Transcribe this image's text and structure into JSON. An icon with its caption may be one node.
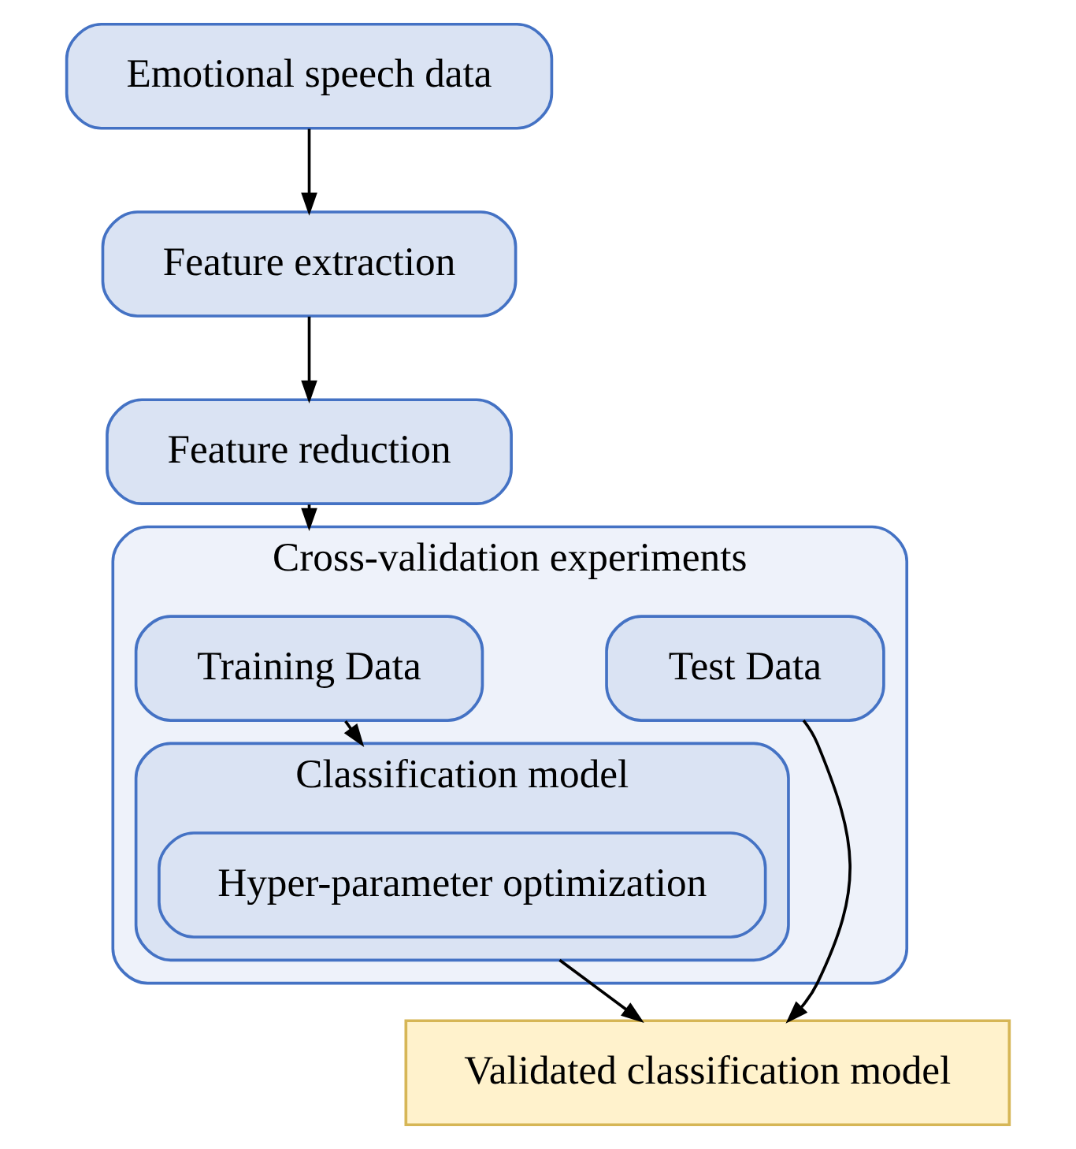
{
  "diagram": {
    "nodes": [
      {
        "text": [
          "Emotional speech data"
        ]
      },
      {
        "text": [
          "Feature extraction"
        ]
      },
      {
        "text": [
          "Feature reduction"
        ]
      },
      {
        "text": [
          "Cross-validation experiments"
        ]
      },
      {
        "text": [
          "Training Data"
        ],
        "in": 3
      },
      {
        "text": [
          "Test Data"
        ],
        "in": 3
      },
      {
        "text": [
          "Classification model"
        ],
        "in": 3
      },
      {
        "text": [
          "Hyper-parameter optimization"
        ],
        "in": 6
      },
      {
        "text": [
          "Validated classification model"
        ]
      }
    ],
    "edges": [
      {
        "from": 0,
        "to": 1,
        "arrow": "to"
      },
      {
        "from": 1,
        "to": 2,
        "arrow": "to"
      },
      {
        "from": 2,
        "to": 3,
        "arrow": "to"
      },
      {
        "from": 4,
        "to": 6,
        "arrow": "to"
      },
      {
        "from": 6,
        "to": 8,
        "arrow": "to"
      },
      {
        "from": 5,
        "to": 8,
        "arrow": "to"
      }
    ]
  }
}
